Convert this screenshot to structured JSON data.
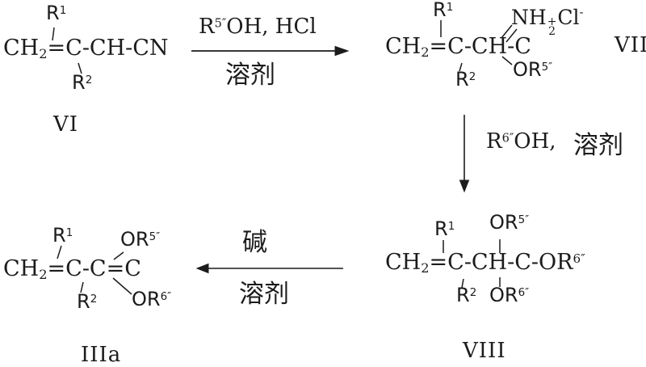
{
  "canvas": {
    "background": "#ffffff",
    "ink": "#1c1c1c"
  },
  "compounds": {
    "vi": {
      "label": "VI",
      "chain_pre": "CH",
      "chain_sub": "2",
      "chain_post": "=C-CH-CN",
      "r1_base": "R",
      "r1_sup": "1",
      "r2_base": "R",
      "r2_sup": "2"
    },
    "vii": {
      "label": "VII",
      "chain_pre": "CH",
      "chain_sub": "2",
      "chain_post": "=C-CH-C",
      "r1_base": "R",
      "r1_sup": "1",
      "r2_base": "R",
      "r2_sup": "2",
      "amidinium_base": "NH",
      "amidinium_plus": "+",
      "amidinium_sub": "2",
      "counterion_base": "Cl",
      "counterion_charge": "-",
      "or5_base": "OR",
      "or5_sup": "5″"
    },
    "viii": {
      "label": "VIII",
      "chain_pre": "CH",
      "chain_sub": "2",
      "chain_post": "=C-CH-C-OR",
      "chain_sup": "6″",
      "r1_base": "R",
      "r1_sup": "1",
      "r2_base": "R",
      "r2_sup": "2",
      "or5_base": "OR",
      "or5_sup": "5″",
      "or6_base": "OR",
      "or6_sup": "6″"
    },
    "iiia": {
      "label": "IIIa",
      "chain_pre": "CH",
      "chain_sub": "2",
      "chain_post": "=C-C=C",
      "r1_base": "R",
      "r1_sup": "1",
      "r2_base": "R",
      "r2_sup": "2",
      "or5_base": "OR",
      "or5_sup": "5″",
      "or6_base": "OR",
      "or6_sup": "6″"
    }
  },
  "reactions": {
    "step1": {
      "reagent_base": "R",
      "reagent_sup": "5″",
      "reagent_rest": "OH, HCl",
      "solvent": "溶剂"
    },
    "step2": {
      "reagent_base": "R",
      "reagent_sup": "6″",
      "reagent_rest": "OH,",
      "solvent": "溶剂"
    },
    "step3": {
      "reagent": "碱",
      "solvent": "溶剂"
    }
  }
}
